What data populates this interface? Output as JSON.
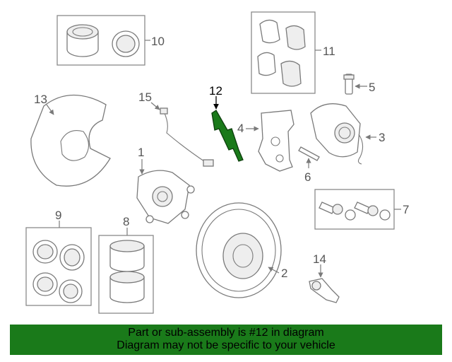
{
  "callouts": {
    "c1": "1",
    "c2": "2",
    "c3": "3",
    "c4": "4",
    "c5": "5",
    "c6": "6",
    "c7": "7",
    "c8": "8",
    "c9": "9",
    "c10": "10",
    "c11": "11",
    "c12": "12",
    "c13": "13",
    "c14": "14",
    "c15": "15"
  },
  "highlight_color": "#1a7a1a",
  "banner": {
    "line1": "Part or sub-assembly is #12 in diagram",
    "line2": "Diagram may not be specific to your vehicle"
  }
}
